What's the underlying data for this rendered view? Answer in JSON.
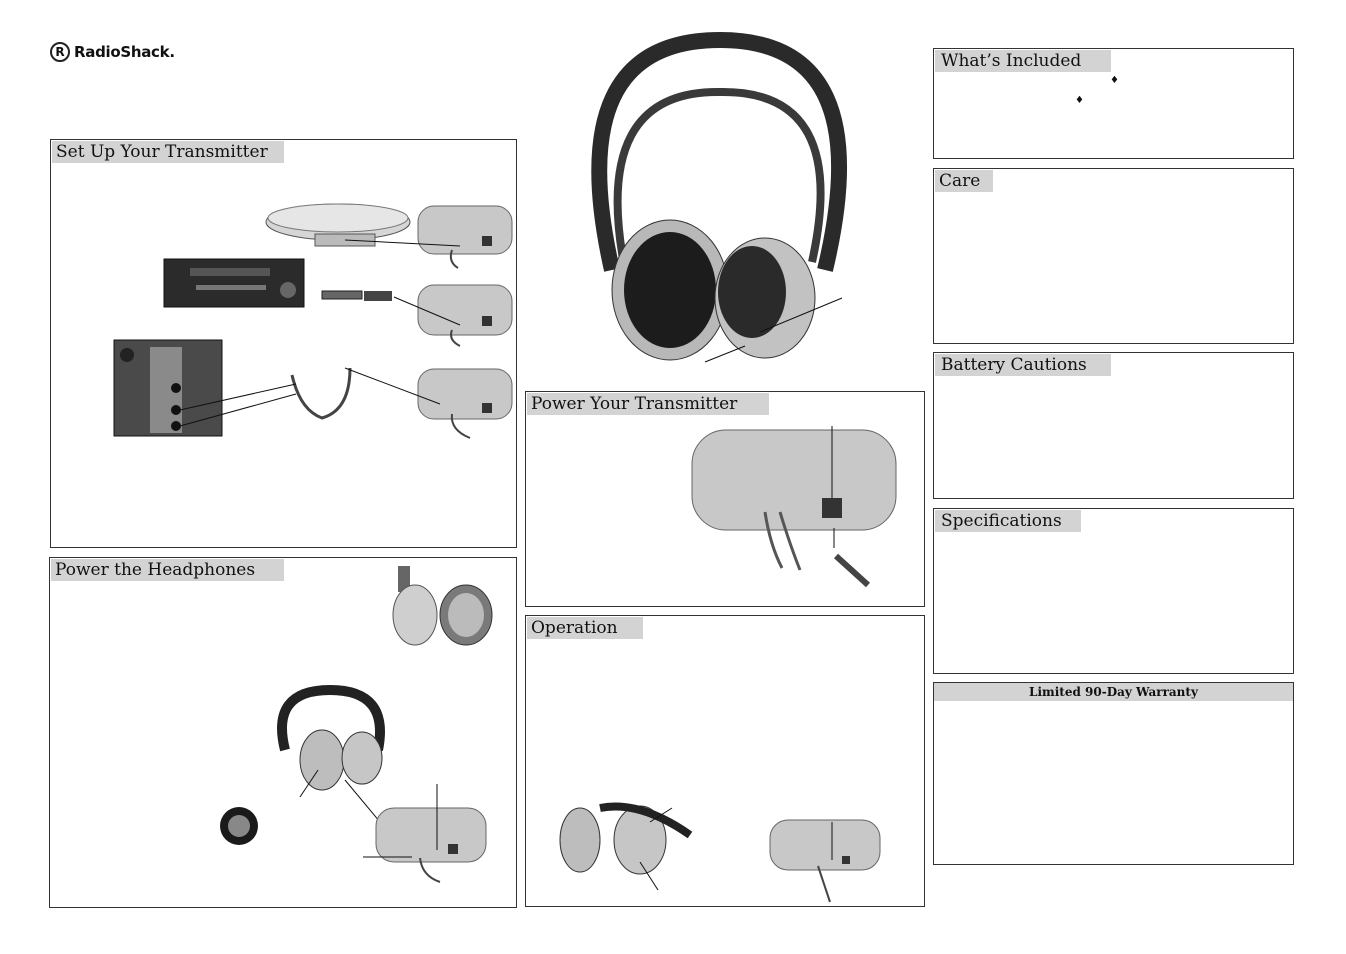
{
  "brand": {
    "name": "RadioShack.",
    "mark": "R"
  },
  "sections": {
    "setup": "Set Up Your Transmitter",
    "power_headphones": "Power the Headphones",
    "power_transmitter": "Power Your Transmitter",
    "operation": "Operation",
    "included": "What’s Included",
    "care": "Care",
    "battery": "Battery Cautions",
    "specs": "Specifications",
    "warranty": "Limited 90-Day Warranty"
  },
  "markers": {
    "bullet": "♦"
  },
  "colors": {
    "header_bg": "#d3d3d3",
    "border": "#333333",
    "device_silver": "#c8c8c8"
  },
  "icons": [
    "radioshack-logo-icon",
    "headphones-image",
    "transmitter-image",
    "cd-player-image",
    "stereo-receiver-image",
    "tv-jack-panel-image",
    "recycle-seal-image"
  ]
}
